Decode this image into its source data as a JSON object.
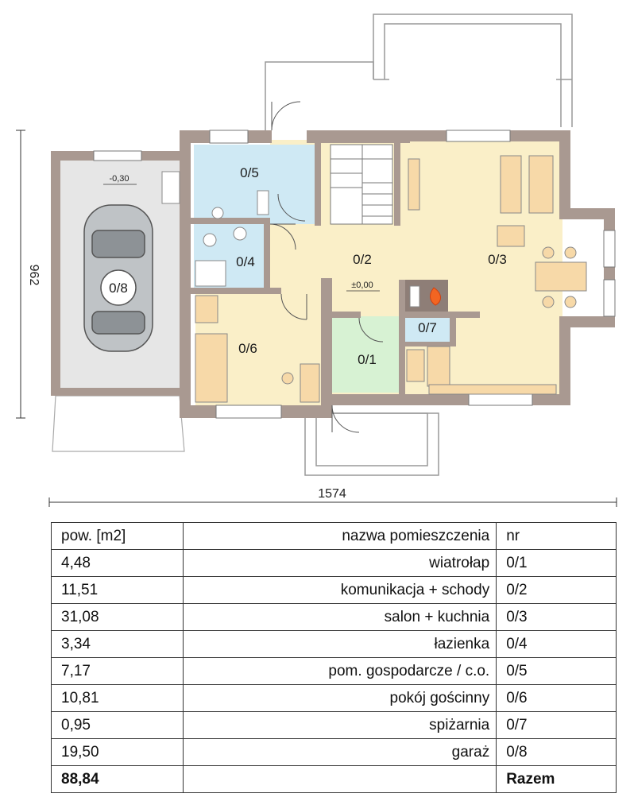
{
  "colors": {
    "wall": "#a99991",
    "wall_dark": "#8e7e77",
    "floor_yellow": "#faefc8",
    "floor_blue": "#cfe9f4",
    "floor_green": "#d7f2d3",
    "floor_garage": "#e6e6e6",
    "terrace": "#ffffff"
  },
  "plan": {
    "rooms": [
      {
        "id": "01",
        "label": "0/1"
      },
      {
        "id": "02",
        "label": "0/2"
      },
      {
        "id": "03",
        "label": "0/3"
      },
      {
        "id": "04",
        "label": "0/4"
      },
      {
        "id": "05",
        "label": "0/5"
      },
      {
        "id": "06",
        "label": "0/6"
      },
      {
        "id": "07",
        "label": "0/7"
      },
      {
        "id": "08",
        "label": "0/8"
      }
    ],
    "level_main": "±0,00",
    "level_garage": "-0,30",
    "dim_width": "1574",
    "dim_depth": "962"
  },
  "table": {
    "headers": {
      "area": "pow. [m2]",
      "name": "nazwa pomieszczenia",
      "nr": "nr"
    },
    "rows": [
      {
        "area": "4,48",
        "name": "wiatrołap",
        "nr": "0/1"
      },
      {
        "area": "11,51",
        "name": "komunikacja + schody",
        "nr": "0/2"
      },
      {
        "area": "31,08",
        "name": "salon + kuchnia",
        "nr": "0/3"
      },
      {
        "area": "3,34",
        "name": "łazienka",
        "nr": "0/4"
      },
      {
        "area": "7,17",
        "name": "pom. gospodarcze / c.o.",
        "nr": "0/5"
      },
      {
        "area": "10,81",
        "name": "pokój gościnny",
        "nr": "0/6"
      },
      {
        "area": "0,95",
        "name": "spiżarnia",
        "nr": "0/7"
      },
      {
        "area": "19,50",
        "name": "garaż",
        "nr": "0/8"
      }
    ],
    "total": {
      "area": "88,84",
      "label": "Razem"
    }
  }
}
